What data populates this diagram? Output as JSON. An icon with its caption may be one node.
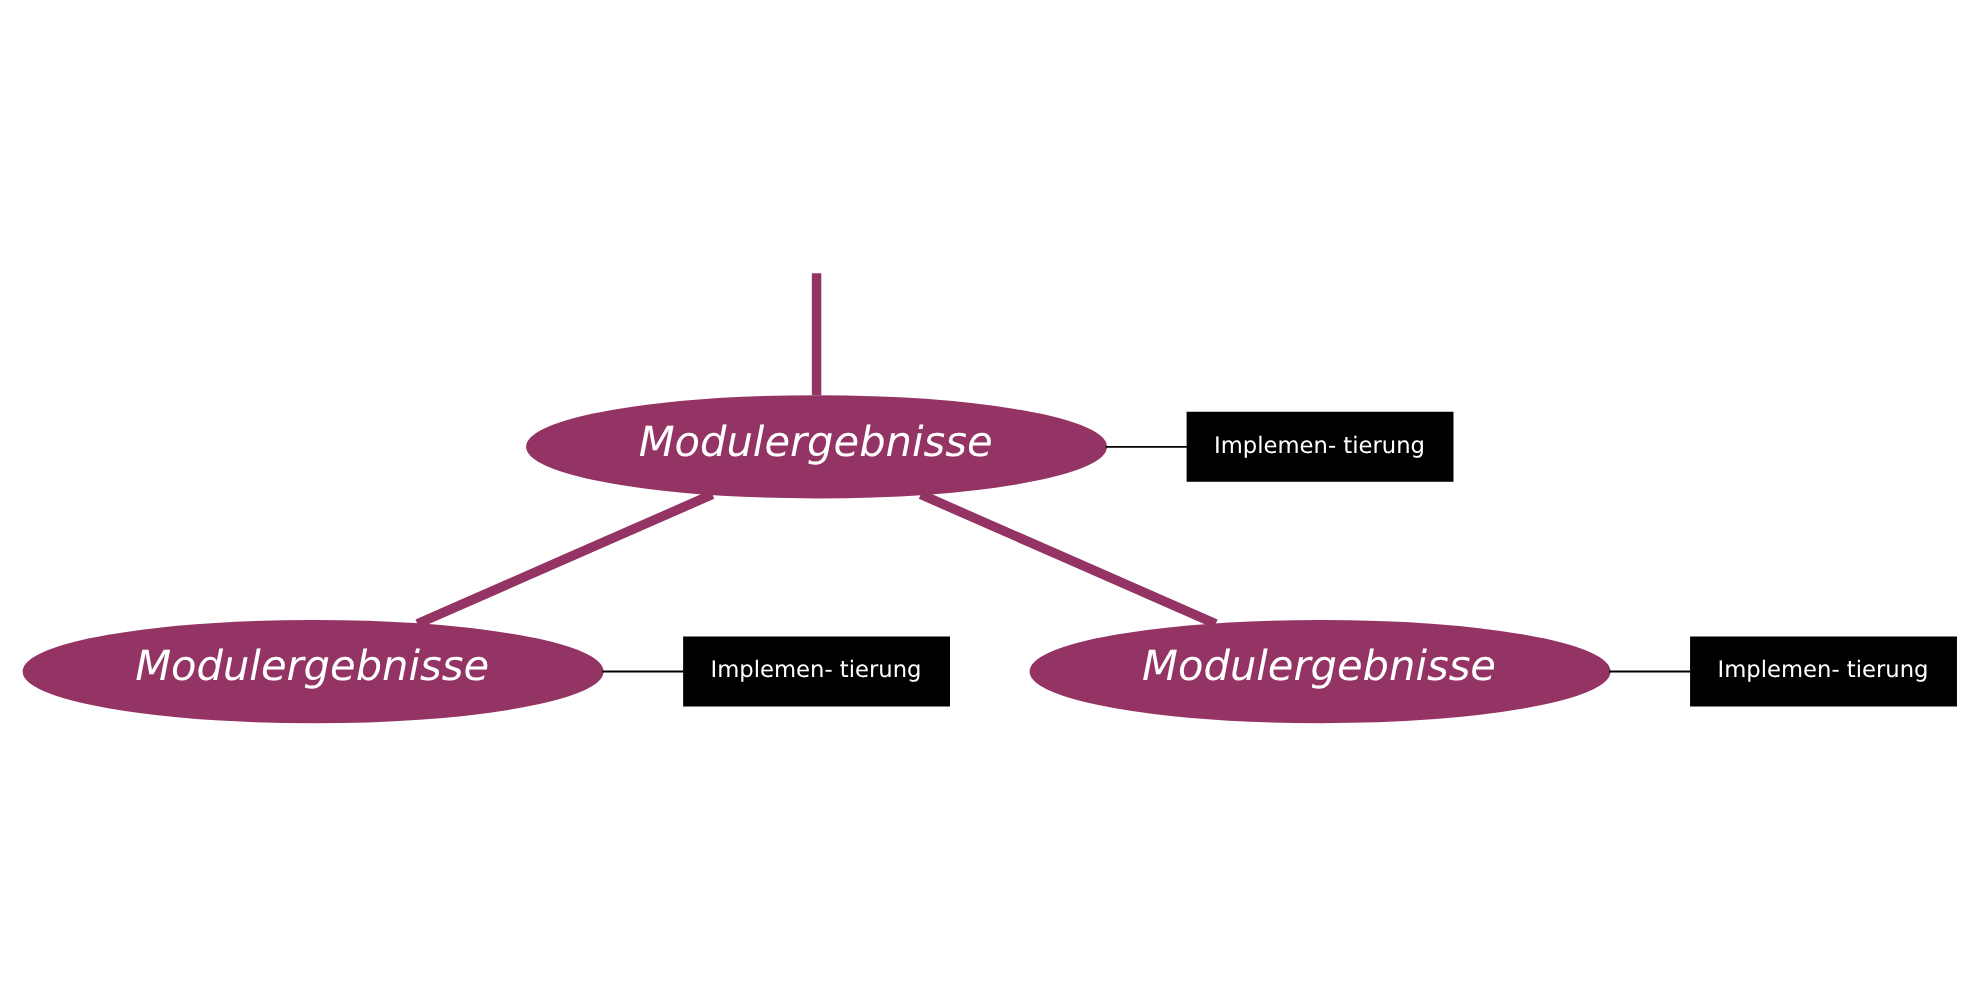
{
  "diagram": {
    "nodes": [
      {
        "text": [
          "Modulergebnisse"
        ]
      },
      {
        "text": [
          "Implemen- tierung"
        ]
      },
      {
        "text": [
          "Modulergebnisse"
        ]
      },
      {
        "text": [
          "Implemen- tierung"
        ]
      },
      {
        "text": [
          "Modulergebnisse"
        ]
      },
      {
        "text": [
          "Implemen- tierung"
        ]
      }
    ],
    "edges": [
      {
        "from": 0,
        "to": null,
        "arrow": "none",
        "style": "thick"
      },
      {
        "from": 2,
        "to": 0,
        "arrow": "none",
        "style": "thick"
      },
      {
        "from": 4,
        "to": 0,
        "arrow": "none",
        "style": "thick"
      },
      {
        "from": 1,
        "to": 0,
        "arrow": "none",
        "color": "#000000"
      },
      {
        "from": 3,
        "to": 2,
        "arrow": "none",
        "color": "#000000"
      },
      {
        "from": 5,
        "to": 4,
        "arrow": "none",
        "color": "#000000"
      }
    ]
  }
}
